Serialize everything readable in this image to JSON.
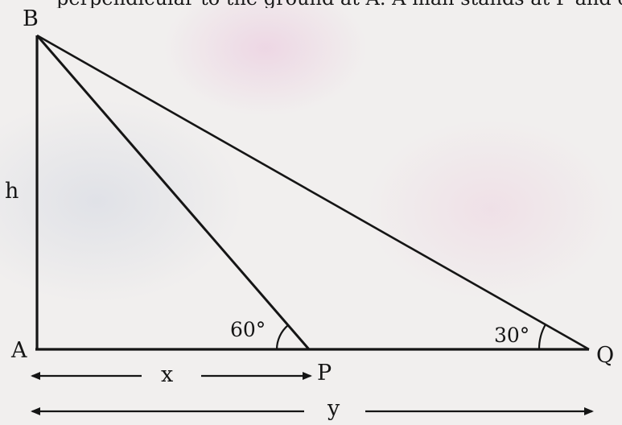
{
  "header_fragment": "perpendicular to the ground at A. A man stands at P and observes the top B of the pole",
  "vertices": {
    "top": "B",
    "foot": "A",
    "near_point": "P",
    "far_point": "Q"
  },
  "lengths": {
    "height": "h",
    "ap": "x",
    "aq": "y"
  },
  "angles": {
    "at_p": "60°",
    "at_q": "30°"
  },
  "colors": {
    "ink": "#151515",
    "paper": "#f1efee"
  }
}
